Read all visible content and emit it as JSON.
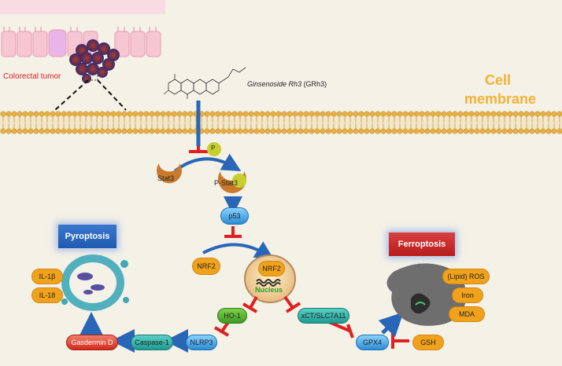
{
  "labels": {
    "colorectal_tumor": "Colorectal tumor",
    "compound_name": "Ginsenoside Rh3",
    "compound_abbrev": "(GRh3)",
    "cell_membrane_line1": "Cell",
    "cell_membrane_line2": "membrane",
    "phosphate": "P",
    "stat3": "Stat3",
    "p_stat3": "P-Stat3",
    "p53": "p53",
    "nrf2_cytoplasm": "NRF2",
    "nrf2_nucleus": "NRF2",
    "nucleus": "Nucleus",
    "ho1": "HO-1",
    "xct": "xCT/SLC7A11",
    "nlrp3": "NLRP3",
    "caspase1": "Caspase-1",
    "gasdermin_d": "Gasdermin D",
    "gpx4": "GPX4",
    "gsh": "GSH",
    "il1b": "IL-1β",
    "il18": "IL-18",
    "pyroptosis": "Pyroptosis",
    "ferroptosis": "Ferroptosis",
    "lipid_ros": "(Lipid) ROS",
    "iron": "Iron",
    "mda": "MDA"
  },
  "colors": {
    "background": "#f4f1e7",
    "membrane_head": "#e8b040",
    "inhibit_red": "#e02020",
    "arrow_blue": "#2a66b8",
    "pill_orange": "#f0a21c",
    "pyroptosis_box": "#1e5bb0",
    "ferroptosis_box": "#b81c1c",
    "membrane_text": "#f3b234"
  }
}
